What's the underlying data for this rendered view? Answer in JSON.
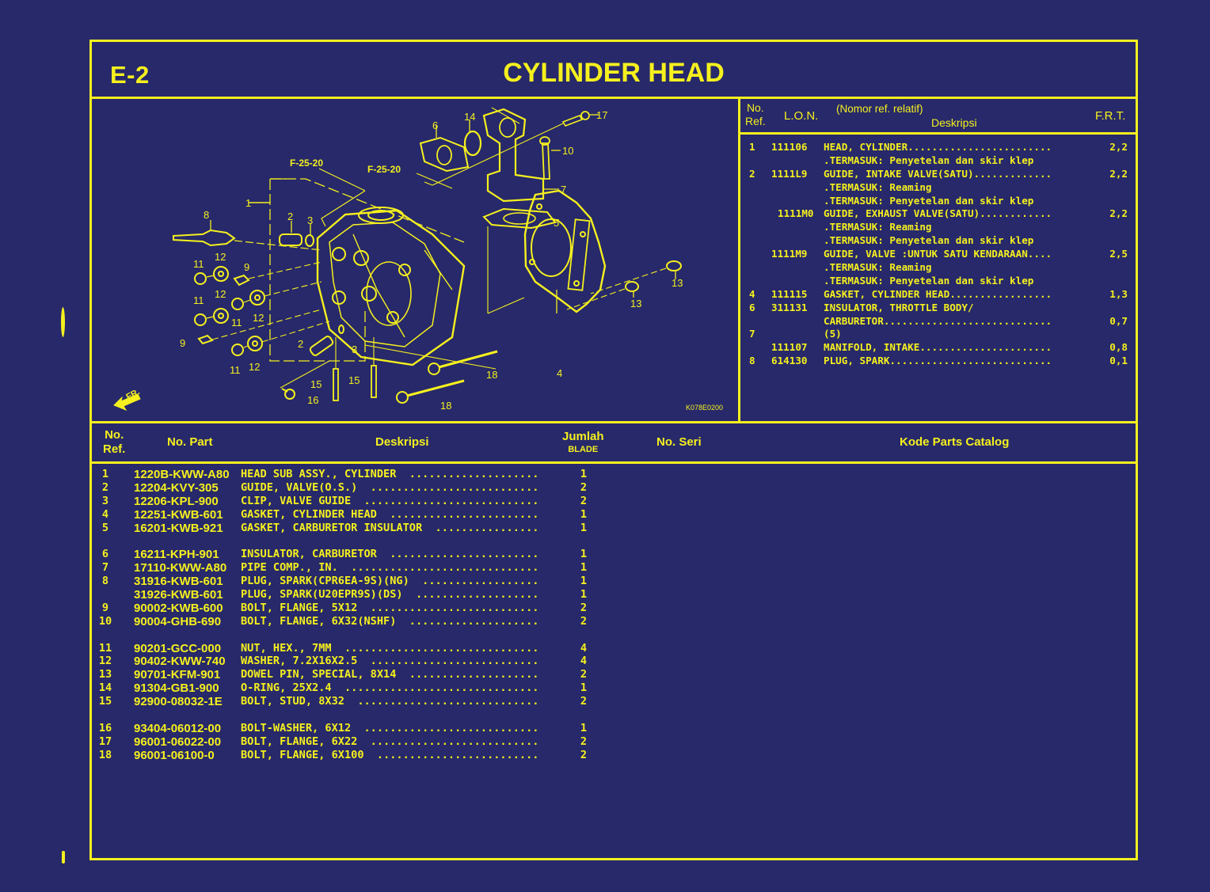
{
  "page": {
    "code": "E-2",
    "title": "CYLINDER HEAD"
  },
  "colors": {
    "background": "#27296a",
    "foreground": "#f5f01e"
  },
  "diagram": {
    "image_code": "K078E0200",
    "front_arrow_label": "FR.",
    "frame_refs": [
      "F-25-20",
      "F-25-20"
    ],
    "callouts": [
      "1",
      "2",
      "3",
      "4",
      "5",
      "6",
      "7",
      "8",
      "9",
      "10",
      "11",
      "12",
      "13",
      "14",
      "15",
      "16",
      "17",
      "18"
    ]
  },
  "labor_table": {
    "headers": {
      "ref_line1": "No.",
      "ref_line2": "Ref.",
      "lon": "L.O.N.",
      "desc_top": "(Nomor ref. relatif)",
      "desc": "Deskripsi",
      "frt": "F.R.T."
    },
    "rows": [
      {
        "ref": "1",
        "lon": "111106",
        "desc": "HEAD, CYLINDER",
        "frt": "2,2",
        "dots": true
      },
      {
        "ref": "",
        "lon": "",
        "desc": ".TERMASUK: Penyetelan dan skir klep",
        "frt": "",
        "dots": false
      },
      {
        "ref": "2",
        "lon": "1111L9",
        "desc": "GUIDE, INTAKE VALVE(SATU)",
        "frt": "2,2",
        "dots": true
      },
      {
        "ref": "",
        "lon": "",
        "desc": ".TERMASUK: Reaming",
        "frt": "",
        "dots": false
      },
      {
        "ref": "",
        "lon": "",
        "desc": ".TERMASUK: Penyetelan dan skir klep",
        "frt": "",
        "dots": false
      },
      {
        "ref": "",
        "lon": "1111M0",
        "desc": "GUIDE, EXHAUST VALVE(SATU)",
        "frt": "2,2",
        "dots": true,
        "indent": true
      },
      {
        "ref": "",
        "lon": "",
        "desc": ".TERMASUK: Reaming",
        "frt": "",
        "dots": false
      },
      {
        "ref": "",
        "lon": "",
        "desc": ".TERMASUK: Penyetelan dan skir klep",
        "frt": "",
        "dots": false
      },
      {
        "ref": "",
        "lon": "1111M9",
        "desc": "GUIDE, VALVE :UNTUK SATU KENDARAAN",
        "frt": "2,5",
        "dots": true
      },
      {
        "ref": "",
        "lon": "",
        "desc": ".TERMASUK: Reaming",
        "frt": "",
        "dots": false
      },
      {
        "ref": "",
        "lon": "",
        "desc": ".TERMASUK: Penyetelan dan skir klep",
        "frt": "",
        "dots": false
      },
      {
        "ref": "4",
        "lon": "111115",
        "desc": "GASKET, CYLINDER HEAD",
        "frt": "1,3",
        "dots": true
      },
      {
        "ref": "6",
        "lon": "311131",
        "desc": "INSULATOR, THROTTLE BODY/",
        "frt": "",
        "dots": false
      },
      {
        "ref": "",
        "lon": "",
        "desc": "CARBURETOR",
        "frt": "0,7",
        "dots": true
      },
      {
        "ref": "7",
        "lon": "",
        "desc": "(5)",
        "frt": "",
        "dots": false
      },
      {
        "ref": "",
        "lon": "111107",
        "desc": "MANIFOLD, INTAKE",
        "frt": "0,8",
        "dots": true
      },
      {
        "ref": "8",
        "lon": "614130",
        "desc": "PLUG, SPARK",
        "frt": "0,1",
        "dots": true
      }
    ]
  },
  "parts_table": {
    "headers": {
      "ref_line1": "No.",
      "ref_line2": "Ref.",
      "part_no": "No. Part",
      "desc": "Deskripsi",
      "qty": "Jumlah",
      "qty_sub": "BLADE",
      "serial": "No. Seri",
      "catalog": "Kode Parts Catalog"
    },
    "groups": [
      [
        {
          "ref": "1",
          "part_no": "1220B-KWW-A80",
          "desc": "HEAD SUB ASSY., CYLINDER",
          "qty": "1"
        },
        {
          "ref": "2",
          "part_no": "12204-KVY-305",
          "desc": "GUIDE, VALVE(O.S.)",
          "qty": "2"
        },
        {
          "ref": "3",
          "part_no": "12206-KPL-900",
          "desc": "CLIP, VALVE GUIDE",
          "qty": "2"
        },
        {
          "ref": "4",
          "part_no": "12251-KWB-601",
          "desc": "GASKET, CYLINDER HEAD",
          "qty": "1"
        },
        {
          "ref": "5",
          "part_no": "16201-KWB-921",
          "desc": "GASKET, CARBURETOR INSULATOR",
          "qty": "1"
        }
      ],
      [
        {
          "ref": "6",
          "part_no": "16211-KPH-901",
          "desc": "INSULATOR, CARBURETOR",
          "qty": "1"
        },
        {
          "ref": "7",
          "part_no": "17110-KWW-A80",
          "desc": "PIPE COMP., IN.",
          "qty": "1"
        },
        {
          "ref": "8",
          "part_no": "31916-KWB-601",
          "desc": "PLUG, SPARK(CPR6EA-9S)(NG)",
          "qty": "1"
        },
        {
          "ref": "",
          "part_no": "31926-KWB-601",
          "desc": "PLUG, SPARK(U20EPR9S)(DS)",
          "qty": "1"
        },
        {
          "ref": "9",
          "part_no": "90002-KWB-600",
          "desc": "BOLT, FLANGE, 5X12",
          "qty": "2"
        },
        {
          "ref": "10",
          "part_no": "90004-GHB-690",
          "desc": "BOLT, FLANGE, 6X32(NSHF)",
          "qty": "2"
        }
      ],
      [
        {
          "ref": "11",
          "part_no": "90201-GCC-000",
          "desc": "NUT, HEX., 7MM",
          "qty": "4"
        },
        {
          "ref": "12",
          "part_no": "90402-KWW-740",
          "desc": "WASHER, 7.2X16X2.5",
          "qty": "4"
        },
        {
          "ref": "13",
          "part_no": "90701-KFM-901",
          "desc": "DOWEL PIN, SPECIAL, 8X14",
          "qty": "2"
        },
        {
          "ref": "14",
          "part_no": "91304-GB1-900",
          "desc": "O-RING, 25X2.4",
          "qty": "1"
        },
        {
          "ref": "15",
          "part_no": "92900-08032-1E",
          "desc": "BOLT, STUD, 8X32",
          "qty": "2"
        }
      ],
      [
        {
          "ref": "16",
          "part_no": "93404-06012-00",
          "desc": "BOLT-WASHER, 6X12",
          "qty": "1"
        },
        {
          "ref": "17",
          "part_no": "96001-06022-00",
          "desc": "BOLT, FLANGE, 6X22",
          "qty": "2"
        },
        {
          "ref": "18",
          "part_no": "96001-06100-0",
          "desc": "BOLT, FLANGE, 6X100",
          "qty": "2"
        }
      ]
    ]
  }
}
